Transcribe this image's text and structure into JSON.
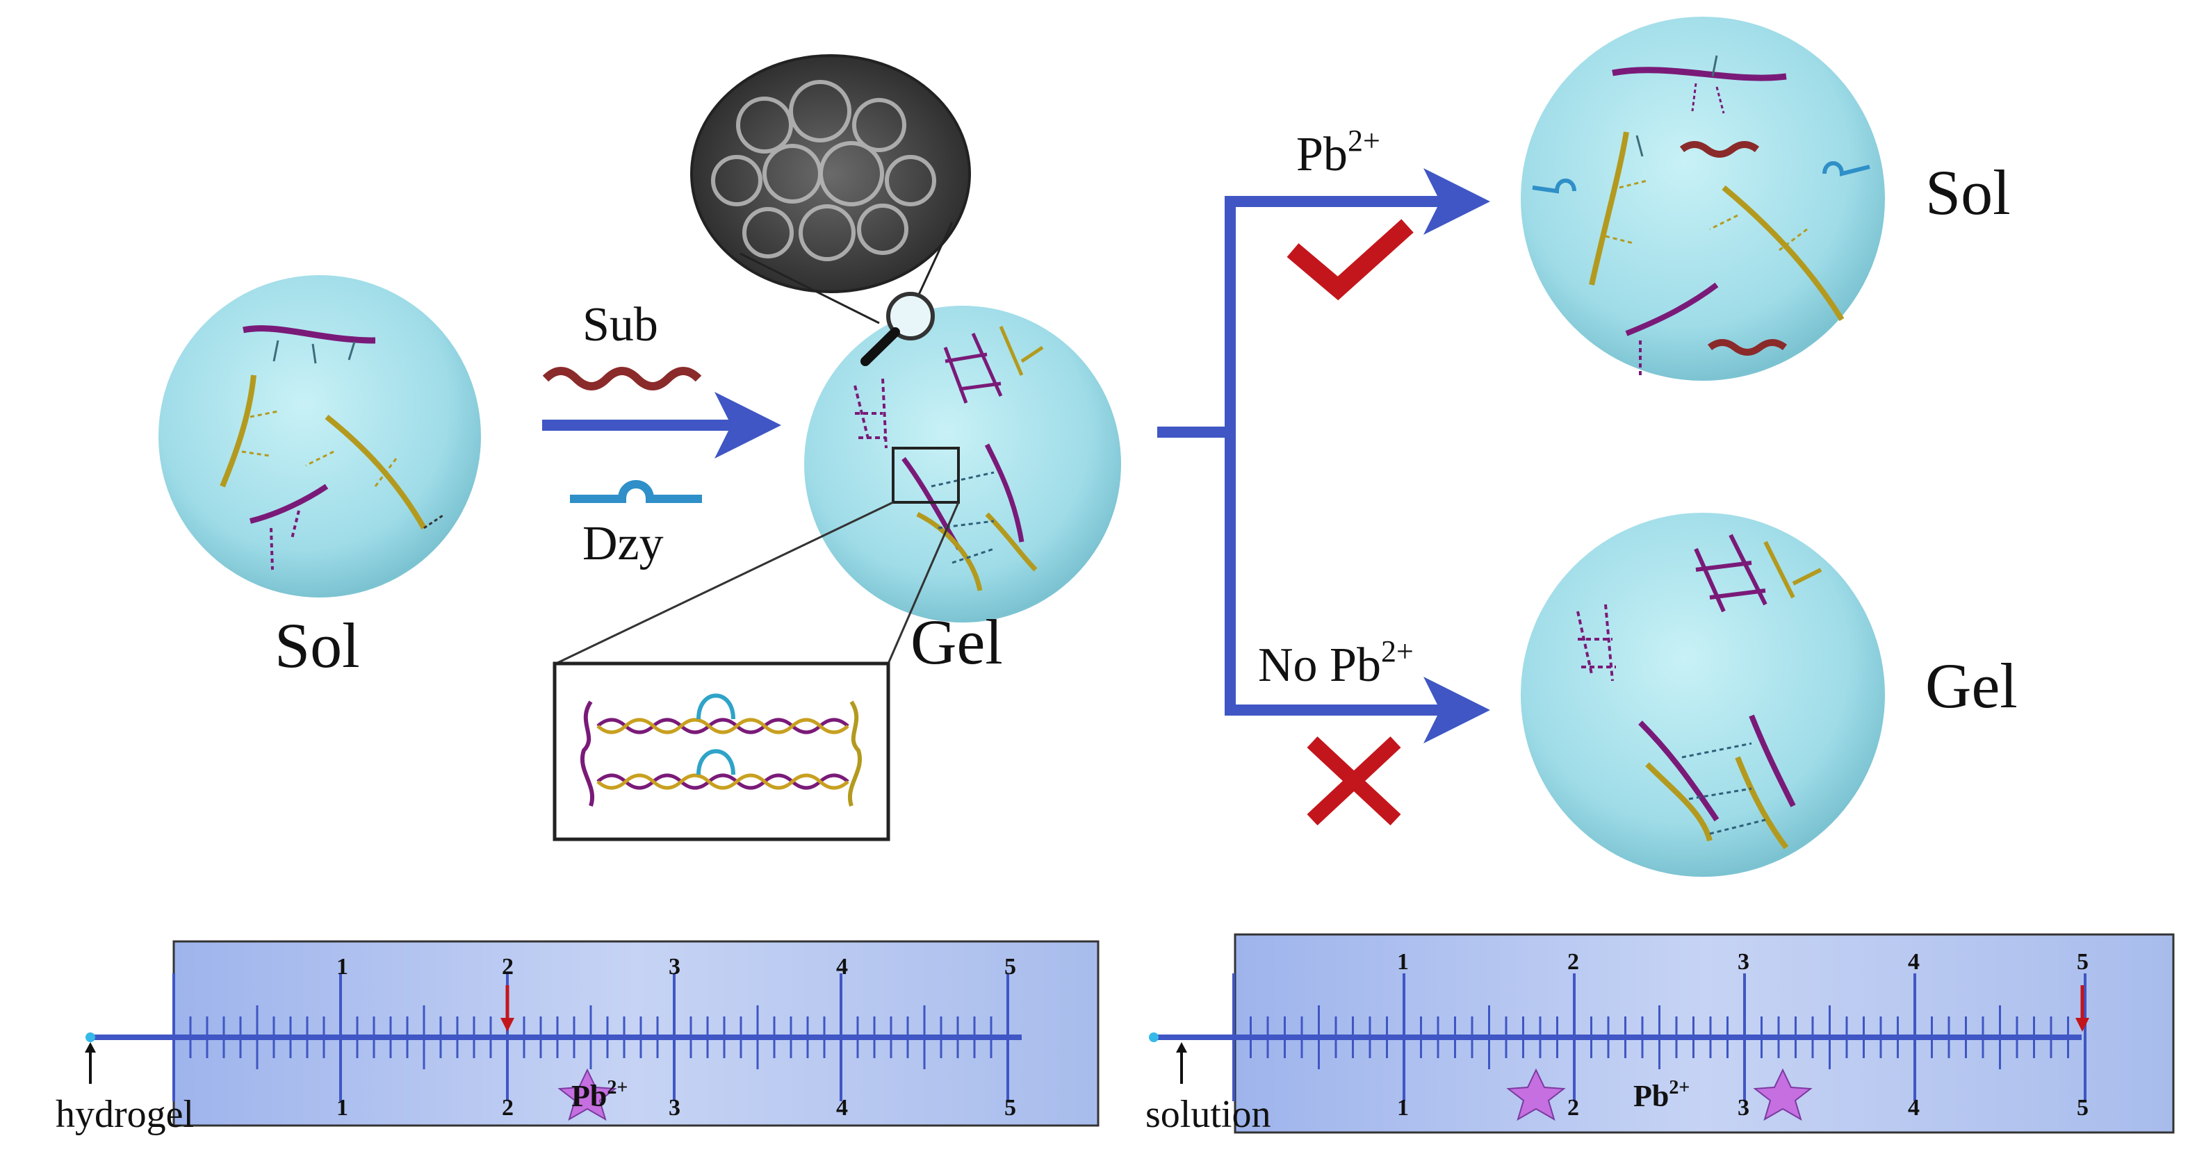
{
  "labels": {
    "sol_left": "Sol",
    "gel_center": "Gel",
    "sub": "Sub",
    "dzy": "Dzy",
    "pb_top_base": "Pb",
    "pb_top_sup": "2+",
    "no_pb_base": "No Pb",
    "no_pb_sup": "2+",
    "sol_right": "Sol",
    "gel_right": "Gel"
  },
  "rulers": {
    "left": {
      "caption": "hydrogel",
      "ion_base": "Pb",
      "ion_sup": "2+",
      "top_ticks": [
        "1",
        "2",
        "3",
        "4",
        "5"
      ],
      "bottom_ticks": [
        "1",
        "2",
        "3",
        "4",
        "5"
      ],
      "readout": 2
    },
    "right": {
      "caption": "solution",
      "ion_base": "Pb",
      "ion_sup": "2+",
      "top_ticks": [
        "1",
        "2",
        "3",
        "4",
        "5"
      ],
      "bottom_ticks": [
        "1",
        "2",
        "3",
        "4",
        "5"
      ],
      "readout": 5
    }
  },
  "colors": {
    "sphere": "#a6e3ec",
    "arrow": "#3f56c4",
    "check": "#c3161c",
    "cross": "#c3161c",
    "purple_strand": "#7a1a78",
    "gold_strand": "#b39a1e",
    "sub_strand": "#8b2a2a",
    "dzy_strand": "#2f8fc8",
    "ruler_bg": "#b9c8f0",
    "star": "#c56fe0"
  }
}
